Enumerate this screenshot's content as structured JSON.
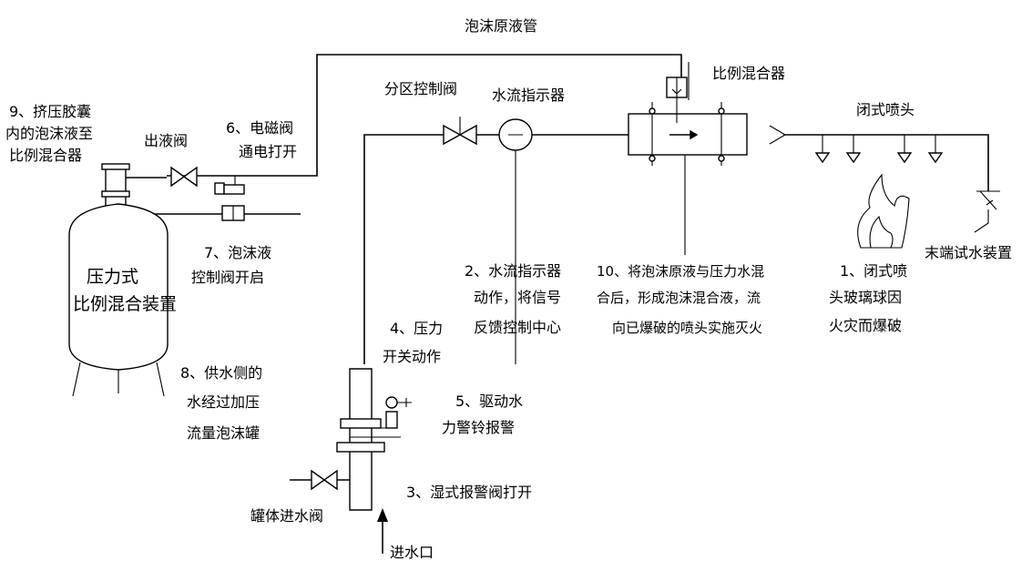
{
  "title": "",
  "labels": {
    "foam_pipe": "泡沫原液管",
    "proportioner": "比例混合器",
    "zone_valve": "分区控制阀",
    "flow_indicator": "水流指示器",
    "closed_sprinkler": "闭式喷头",
    "outlet_valve": "出液阀",
    "step9": [
      "9、挤压胶囊",
      "内的泡沫液至",
      "比例混合器"
    ],
    "step6": [
      "6、电磁阀",
      "通电打开"
    ],
    "step7": [
      "7、泡沫液",
      "控制阀开启"
    ],
    "tank": [
      "压力式",
      "比例混合装置"
    ],
    "step2": [
      "2、水流指示器",
      "动作，将信号",
      "反馈控制中心"
    ],
    "step10": [
      "10、将泡沫原液与压力水混",
      "合后，形成泡沫混合液，流",
      "向已爆破的喷头实施灭火"
    ],
    "step1": [
      "1、闭式喷",
      "头玻璃球因",
      "火灾而爆破"
    ],
    "end_test": "末端试水装置",
    "step4": [
      "4、压力",
      "开关动作"
    ],
    "step5": [
      "5、驱动水",
      "力警铃报警"
    ],
    "step8": [
      "8、供水侧的",
      "水经过加压",
      "流量泡沫罐"
    ],
    "step3": "3、湿式报警阀打开",
    "tank_inlet": "罐体进水阀",
    "water_inlet": "进水口"
  }
}
